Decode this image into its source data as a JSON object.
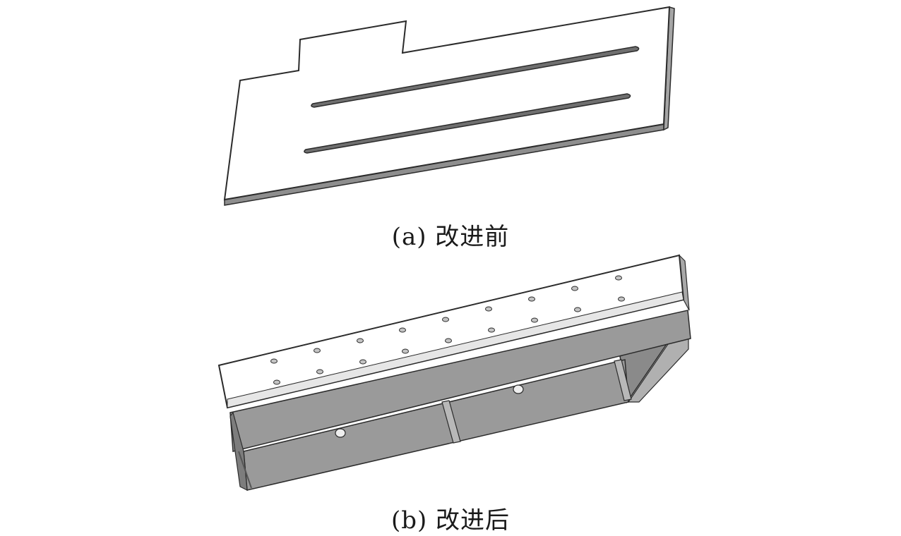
{
  "figure": {
    "panels": [
      {
        "id": "a",
        "caption": "(a) 改进前"
      },
      {
        "id": "b",
        "caption": "(b) 改进后"
      }
    ]
  },
  "colors": {
    "outline": "#2b2b2b",
    "plate_face": "#ffffff",
    "plate_edge": "#8e8e8e",
    "slot": "#6f6f6f",
    "box_side": "#9a9a9a",
    "box_dark": "#7d7d7d",
    "hole": "#bfbfbf",
    "background": "#ffffff"
  }
}
